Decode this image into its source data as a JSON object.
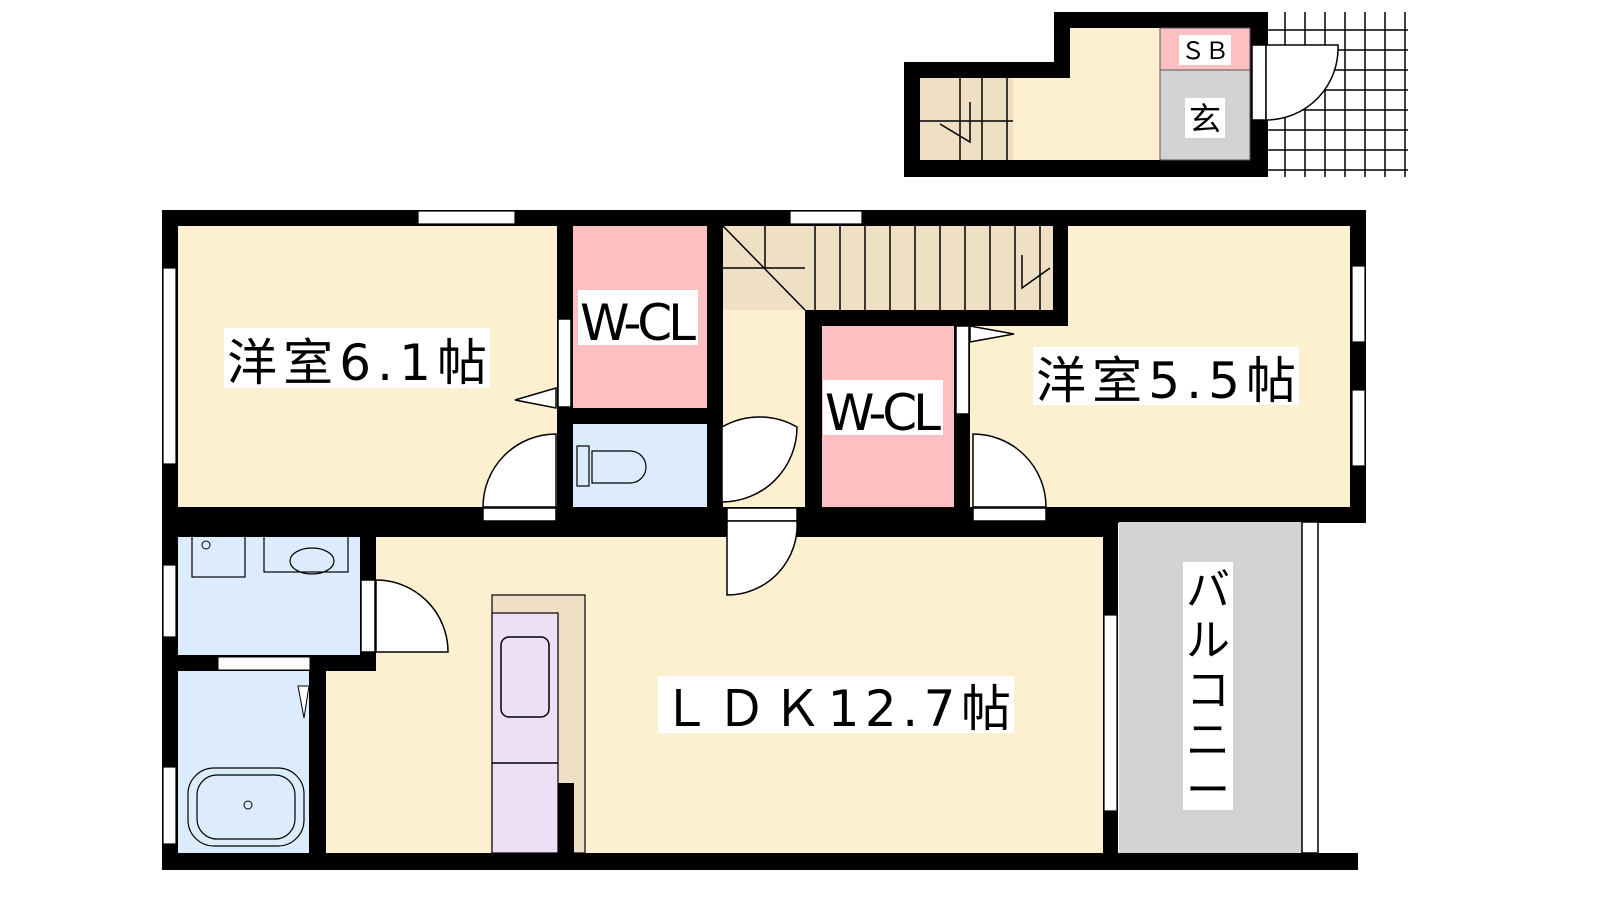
{
  "rooms": {
    "western_room_1": "洋室6.1帖",
    "walk_in_closet_1": "W-CL",
    "walk_in_closet_2": "W-CL",
    "western_room_2": "洋室5.5帖",
    "ldk": "ＬＤＫ12.7帖",
    "balcony": [
      "バ",
      "ル",
      "コ",
      "ニ",
      "ー"
    ],
    "shoe_box": "ＳＢ",
    "entrance": "玄"
  },
  "colors": {
    "room": "#fdf0d0",
    "closet": "#fdbfbf",
    "wet_area": "#dcecfd",
    "balcony": "#d3d3d3",
    "stairs": "#efdfc4",
    "kitchen": "#eddff5",
    "wall": "#000000"
  }
}
